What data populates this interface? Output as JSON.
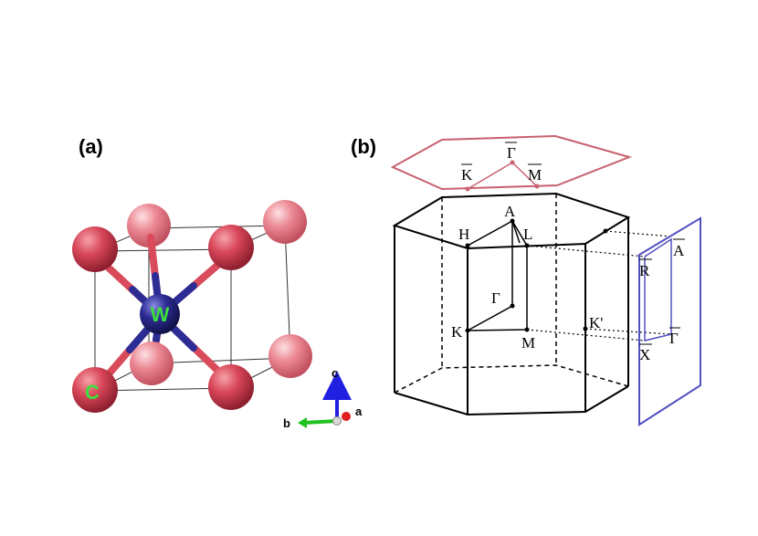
{
  "panels": {
    "a": "(a)",
    "b": "(b)"
  },
  "atoms": {
    "center": "W",
    "corner": "C"
  },
  "axes": {
    "a": "a",
    "b": "b",
    "c": "c"
  },
  "kpoints": {
    "gamma_bar_top": "Γ",
    "k_bar": "K",
    "m_bar": "M",
    "A": "A",
    "H": "H",
    "L": "L",
    "Gamma": "Γ",
    "K": "K",
    "M": "M",
    "K_prime": "K'",
    "A_bar": "A",
    "R_bar": "R",
    "Gamma_bar_side": "Γ",
    "X_bar": "X"
  },
  "colors": {
    "carbon": "#d94a5a",
    "carbon_light": "#e87a86",
    "tungsten": "#2a2a8a",
    "top_surface_bz": "#c8606e",
    "side_surface_bz": "#5050c0",
    "atom_label": "#3de03d",
    "axis_a": "#e02020",
    "axis_b": "#20c020",
    "axis_c": "#2020e0"
  }
}
